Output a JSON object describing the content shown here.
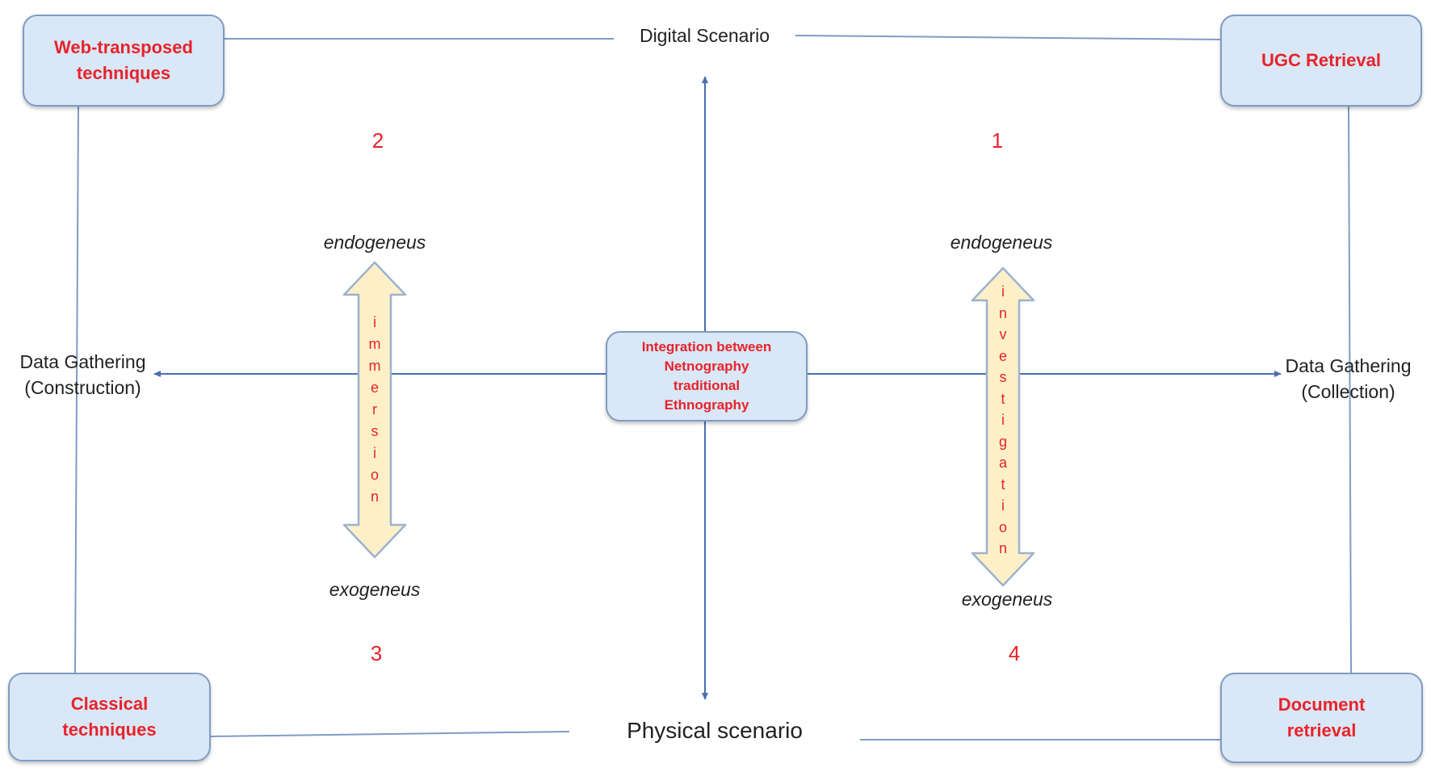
{
  "boxes": {
    "top_left": "Web-transposed\ntechniques",
    "top_right": "UGC Retrieval",
    "bottom_left": "Classical\ntechniques",
    "bottom_right": "Document\nretrieval",
    "center": "Integration between\nNetnography\ntraditional\nEthnography"
  },
  "axes": {
    "top": "Digital Scenario",
    "bottom": "Physical scenario",
    "left": "Data Gathering\n(Construction)",
    "right": "Data Gathering\n(Collection)"
  },
  "quadrants": {
    "q1": "1",
    "q2": "2",
    "q3": "3",
    "q4": "4"
  },
  "left_arrow": {
    "top": "endogeneus",
    "bottom": "exogeneus",
    "word": "immersion"
  },
  "right_arrow": {
    "top": "endogeneus",
    "bottom": "exogeneus",
    "word": "investigation"
  },
  "colors": {
    "accent": "#e8232b",
    "box_fill": "#d9e7f6",
    "box_border": "#7f9cc4",
    "line": "#4a6fb0",
    "arrow_fill": "#fdf0c8"
  }
}
